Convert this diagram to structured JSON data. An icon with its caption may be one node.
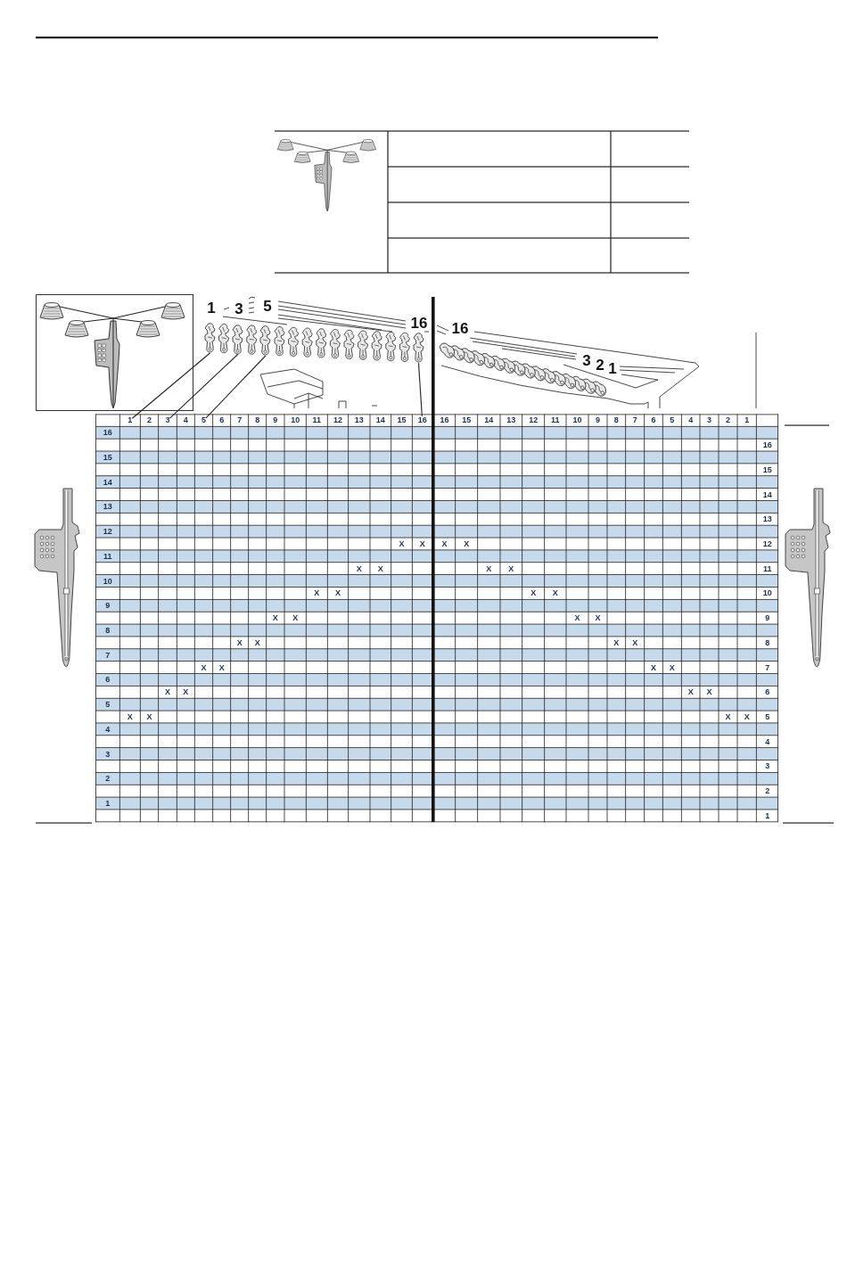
{
  "diagram": {
    "nodes": [
      {
        "text": [
          "1"
        ]
      },
      {
        "text": [
          "3"
        ]
      },
      {
        "text": [
          "5"
        ]
      },
      {
        "text": [
          "16"
        ]
      },
      {
        "text": [],
        "shape": "picture",
        "beside": [
          "1"
        ]
      },
      {
        "text": [],
        "shape": "picture",
        "beside": [
          "3"
        ]
      },
      {
        "text": [],
        "shape": "picture",
        "beside": [
          "5"
        ]
      },
      {
        "text": [],
        "shape": "picture",
        "beside": [
          "16"
        ]
      }
    ],
    "edges": [
      {
        "from": 0,
        "to": 4,
        "arrow": "none"
      },
      {
        "from": 1,
        "to": 5,
        "arrow": "none"
      },
      {
        "from": 2,
        "to": 6,
        "arrow": "none"
      },
      {
        "from": 3,
        "to": 7,
        "arrow": "none"
      }
    ],
    "labels": [
      "16",
      "3",
      "2",
      "1",
      "2",
      "4",
      "6",
      "7",
      "8",
      "9",
      "10",
      "11",
      "12",
      "13",
      "14",
      "15",
      "16",
      "15",
      "14",
      "13",
      "12",
      "11",
      "10",
      "9",
      "8",
      "7",
      "6",
      "5",
      "4",
      "3",
      "2",
      "1",
      "16",
      "16",
      "15",
      "15",
      "14",
      "14",
      "13",
      "13",
      "12",
      "X",
      "X",
      "X",
      "X",
      "12",
      "11",
      "X",
      "X",
      "X",
      "X",
      "11",
      "10",
      "X",
      "X",
      "X",
      "X",
      "10",
      "9",
      "X",
      "X",
      "X",
      "X",
      "9",
      "8",
      "X",
      "X",
      "X",
      "X",
      "8",
      "7",
      "X",
      "X",
      "X",
      "X",
      "7",
      "6",
      "X",
      "X",
      "X",
      "X",
      "6",
      "5",
      "X",
      "X",
      "X",
      "X",
      "5",
      "4",
      "4",
      "3",
      "3",
      "2",
      "2",
      "1",
      "1"
    ]
  }
}
